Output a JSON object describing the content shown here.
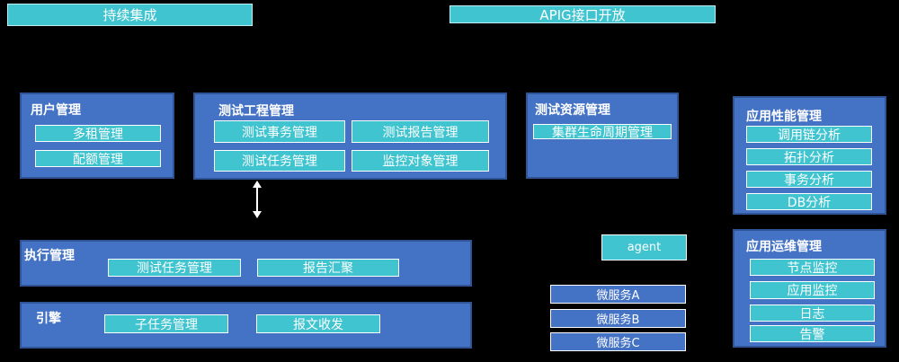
{
  "top": {
    "ci": "持续集成",
    "apig": "APIG接口开放"
  },
  "user_mgmt": {
    "title": "用户管理",
    "items": [
      "多租管理",
      "配额管理"
    ]
  },
  "test_project": {
    "title": "测试工程管理",
    "items": [
      "测试事务管理",
      "测试报告管理",
      "测试任务管理",
      "监控对象管理"
    ]
  },
  "test_resource": {
    "title": "测试资源管理",
    "items": [
      "集群生命周期管理"
    ]
  },
  "apm": {
    "title": "应用性能管理",
    "items": [
      "调用链分析",
      "拓扑分析",
      "事务分析",
      "DB分析"
    ]
  },
  "exec_mgmt": {
    "title": "执行管理",
    "items": [
      "测试任务管理",
      "报告汇聚"
    ]
  },
  "engine": {
    "title": "引擎",
    "items": [
      "子任务管理",
      "报文收发"
    ]
  },
  "agent": "agent",
  "microservices": [
    "微服务A",
    "微服务B",
    "微服务C"
  ],
  "ops_mgmt": {
    "title": "应用运维管理",
    "items": [
      "节点监控",
      "应用监控",
      "日志",
      "告警"
    ]
  }
}
